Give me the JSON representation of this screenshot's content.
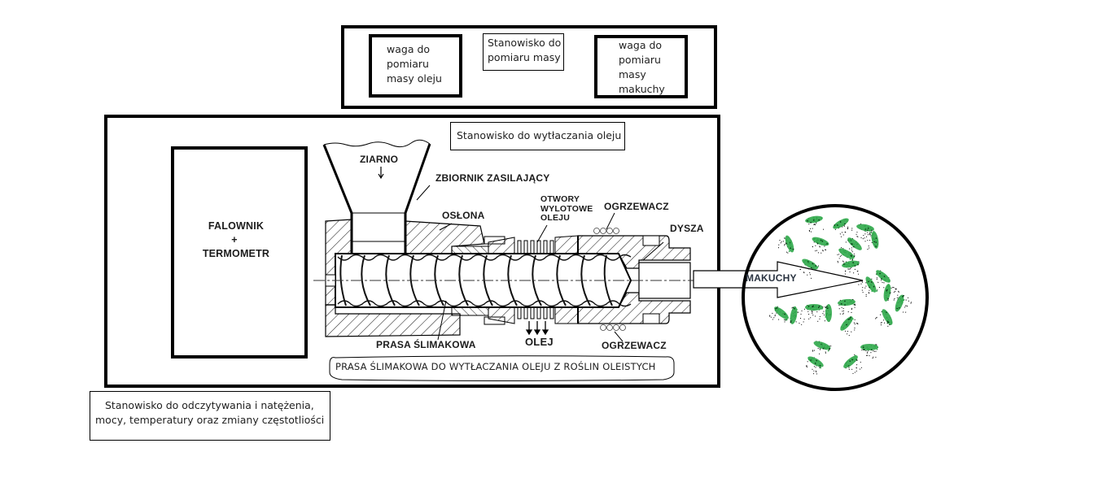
{
  "mass_station": {
    "title": "Stanowisko do pomiaru masy",
    "oil_scale": "waga do pomiaru masy oleju",
    "oil_scale_lines": [
      "waga do",
      "pomiaru",
      "masy oleju"
    ],
    "cake_scale_lines": [
      "waga do",
      "pomiaru",
      "masy",
      "makuchy"
    ]
  },
  "press_station": {
    "title": "Stanowisko do wytłaczania oleju",
    "inverter_lines": [
      "FALOWNIK",
      "+",
      "TERMOMETR"
    ],
    "caption": "PRASA ŚLIMAKOWA DO WYTŁACZANIA OLEJU Z ROŚLIN OLEISTYCH",
    "labels": {
      "grain": "ZIARNO",
      "hopper": "ZBIORNIK ZASILAJĄCY",
      "casing": "OSŁONA",
      "outlet_lines": [
        "OTWORY",
        "WYLOTOWE",
        "OLEJU"
      ],
      "heater_top": "OGRZEWACZ",
      "nozzle": "DYSZA",
      "screw_press": "PRASA ŚLIMAKOWA",
      "oil": "OLEJ",
      "heater_bottom": "OGRZEWACZ",
      "press_cake": "MAKUCHY"
    }
  },
  "readout_station": {
    "lines": [
      "Stanowisko do odczytywania i natężenia,",
      "mocy, temperatury oraz zmiany częstotliości"
    ]
  },
  "colors": {
    "cake_green": "#2fa84a",
    "line": "#000000"
  }
}
